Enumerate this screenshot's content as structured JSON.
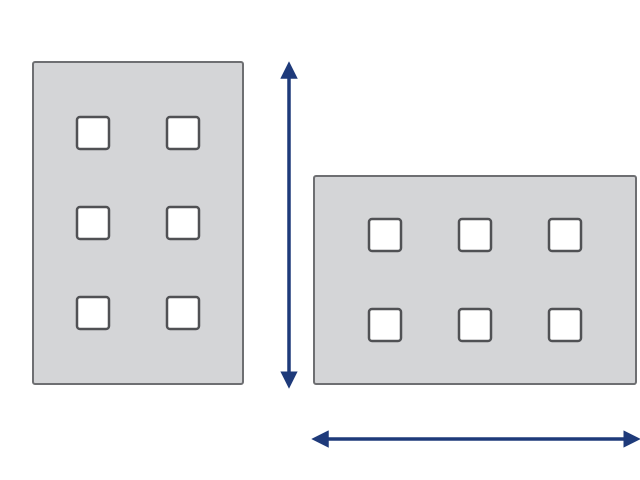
{
  "diagram": {
    "colors": {
      "background": "#ffffff",
      "panel_fill": "#d4d5d7",
      "panel_stroke": "#6e6f72",
      "window_fill": "#ffffff",
      "window_stroke": "#505154",
      "arrow": "#1e3a7a"
    },
    "portrait_panel": {
      "rows": 3,
      "columns": 2,
      "window_count": 6
    },
    "landscape_panel": {
      "rows": 2,
      "columns": 3,
      "window_count": 6
    },
    "arrows": [
      {
        "name": "vertical-double-arrow",
        "orientation": "vertical",
        "icon": "double-headed-arrow-icon"
      },
      {
        "name": "horizontal-double-arrow",
        "orientation": "horizontal",
        "icon": "double-headed-arrow-icon"
      }
    ]
  }
}
